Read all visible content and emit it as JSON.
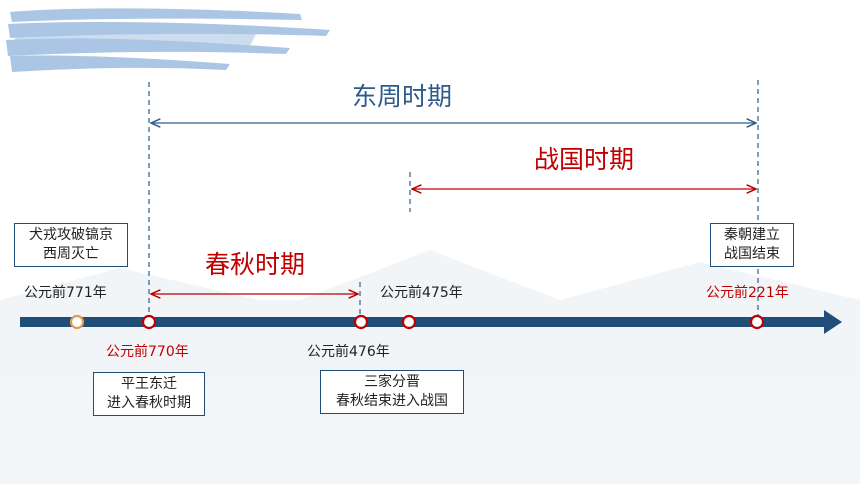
{
  "colors": {
    "axis": "#1f4e79",
    "blue_period": "#2e5c8a",
    "red_period": "#c00000",
    "year_red": "#c00000",
    "year_dark": "#222222",
    "marker_orange": "#e69a4f",
    "brush": "#9dbde0"
  },
  "periods": {
    "dongzhou": "东周时期",
    "zhanguo": "战国时期",
    "chunqiu": "春秋时期"
  },
  "years": {
    "y771": "公元前771年",
    "y770": "公元前770年",
    "y476": "公元前476年",
    "y475": "公元前475年",
    "y221": "公元前221年"
  },
  "events": {
    "quanrong": [
      "犬戎攻破镐京",
      "西周灭亡"
    ],
    "pingwang": [
      "平王东迁",
      "进入春秋时期"
    ],
    "sanjia": [
      "三家分晋",
      "春秋结束进入战国"
    ],
    "qin": [
      "秦朝建立",
      "战国结束"
    ]
  }
}
